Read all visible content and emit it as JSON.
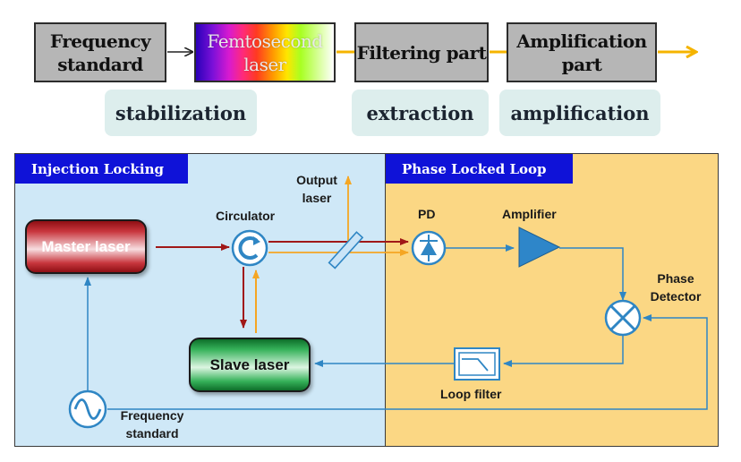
{
  "top_chain": {
    "frequency_standard": "Frequency standard",
    "femtosecond_laser": "Femtosecond laser",
    "filtering_part": "Filtering part",
    "amplification_part": "Amplification part"
  },
  "stages": {
    "stabilization": "stabilization",
    "extraction": "extraction",
    "amplification": "amplification"
  },
  "injection_locking": {
    "title": "Injection Locking",
    "master_laser": "Master laser",
    "slave_laser": "Slave laser",
    "circulator": "Circulator",
    "output_laser": "Output laser",
    "frequency_standard": "Frequency standard"
  },
  "phase_locked_loop": {
    "title": "Phase Locked Loop",
    "pd": "PD",
    "amplifier": "Amplifier",
    "phase_detector": "Phase Detector",
    "loop_filter": "Loop filter"
  },
  "colors": {
    "injection_bg": "#cfe8f7",
    "pll_bg": "#fbd784",
    "tag_bg": "#0f12d8",
    "blue_line": "#2f86c4",
    "red_line": "#a01818",
    "orange_line": "#f5a623",
    "top_arrow": "#f5b400"
  },
  "icons": [
    "circulator-icon",
    "photodiode-icon",
    "amplifier-icon",
    "mixer-icon",
    "lowpass-filter-icon",
    "sine-source-icon",
    "beam-splitter-icon"
  ]
}
